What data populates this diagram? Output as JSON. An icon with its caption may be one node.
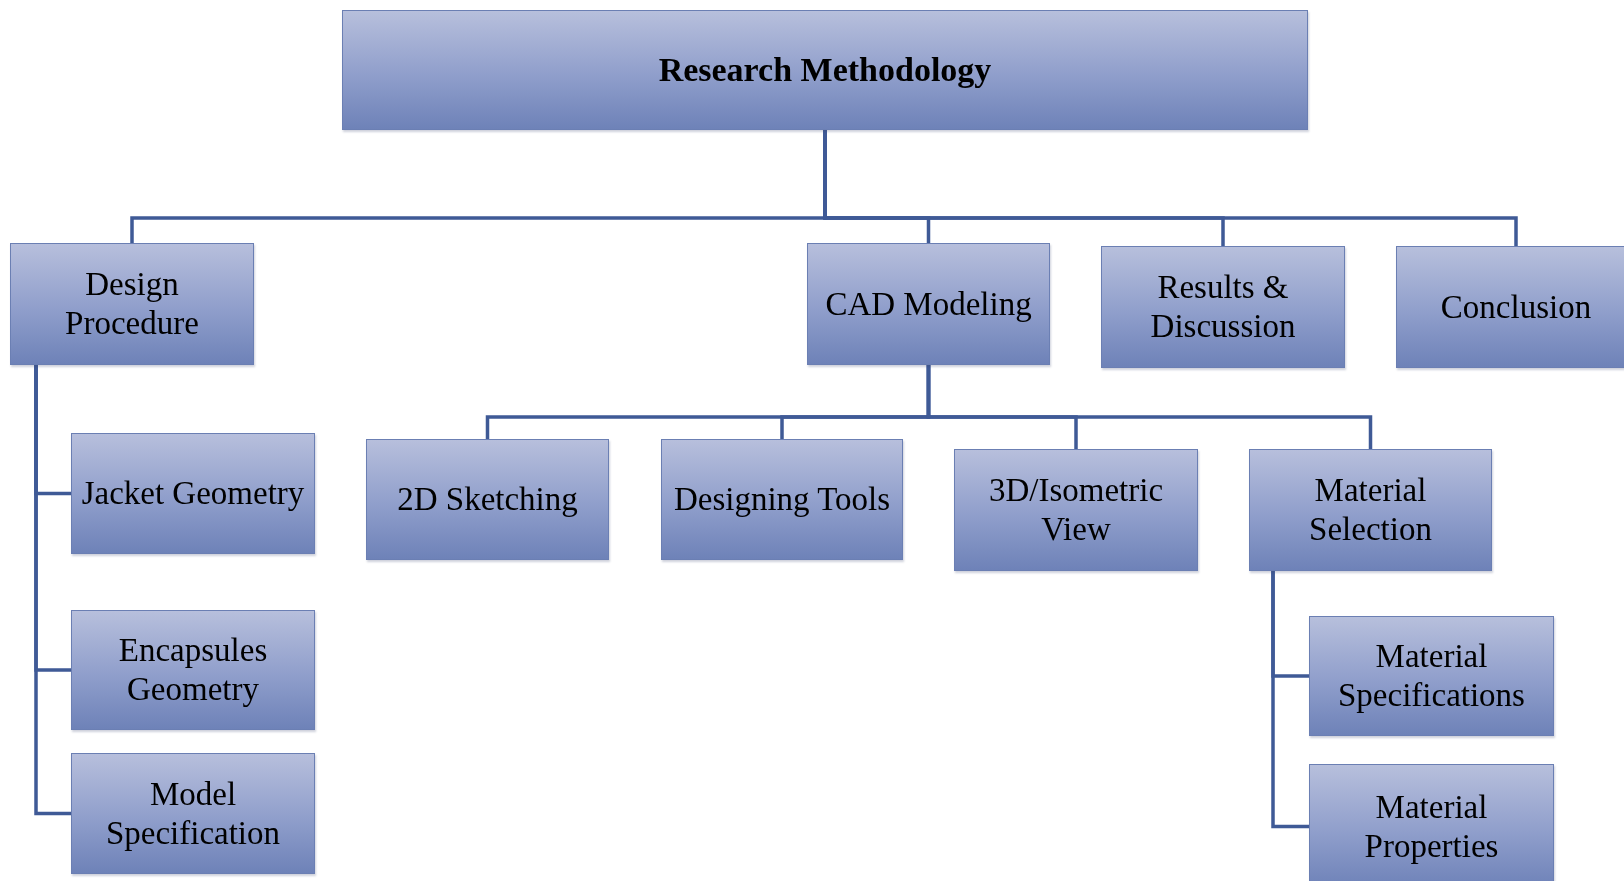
{
  "diagram": {
    "nodes": [
      {
        "text": [
          "Research Methodology"
        ]
      },
      {
        "text": [
          "Design Procedure"
        ]
      },
      {
        "text": [
          "CAD Modeling"
        ]
      },
      {
        "text": [
          "Results & Discussion"
        ]
      },
      {
        "text": [
          "Conclusion"
        ]
      },
      {
        "text": [
          "Jacket Geometry"
        ]
      },
      {
        "text": [
          "Encapsules Geometry"
        ]
      },
      {
        "text": [
          "Model Specification"
        ]
      },
      {
        "text": [
          "2D Sketching"
        ]
      },
      {
        "text": [
          "Designing Tools"
        ]
      },
      {
        "text": [
          "3D/Isometric View"
        ]
      },
      {
        "text": [
          "Material Selection"
        ]
      },
      {
        "text": [
          "Material Specifications"
        ]
      },
      {
        "text": [
          "Material Properties"
        ]
      }
    ],
    "edges": [
      {
        "from": 0,
        "to": 1,
        "arrow": "none"
      },
      {
        "from": 0,
        "to": 2,
        "arrow": "none"
      },
      {
        "from": 0,
        "to": 3,
        "arrow": "none"
      },
      {
        "from": 0,
        "to": 4,
        "arrow": "none"
      },
      {
        "from": 1,
        "to": 5,
        "arrow": "none"
      },
      {
        "from": 1,
        "to": 6,
        "arrow": "none"
      },
      {
        "from": 1,
        "to": 7,
        "arrow": "none"
      },
      {
        "from": 2,
        "to": 8,
        "arrow": "none"
      },
      {
        "from": 2,
        "to": 9,
        "arrow": "none"
      },
      {
        "from": 2,
        "to": 10,
        "arrow": "none"
      },
      {
        "from": 2,
        "to": 11,
        "arrow": "none"
      },
      {
        "from": 11,
        "to": 12,
        "arrow": "none"
      },
      {
        "from": 11,
        "to": 13,
        "arrow": "none"
      }
    ]
  }
}
